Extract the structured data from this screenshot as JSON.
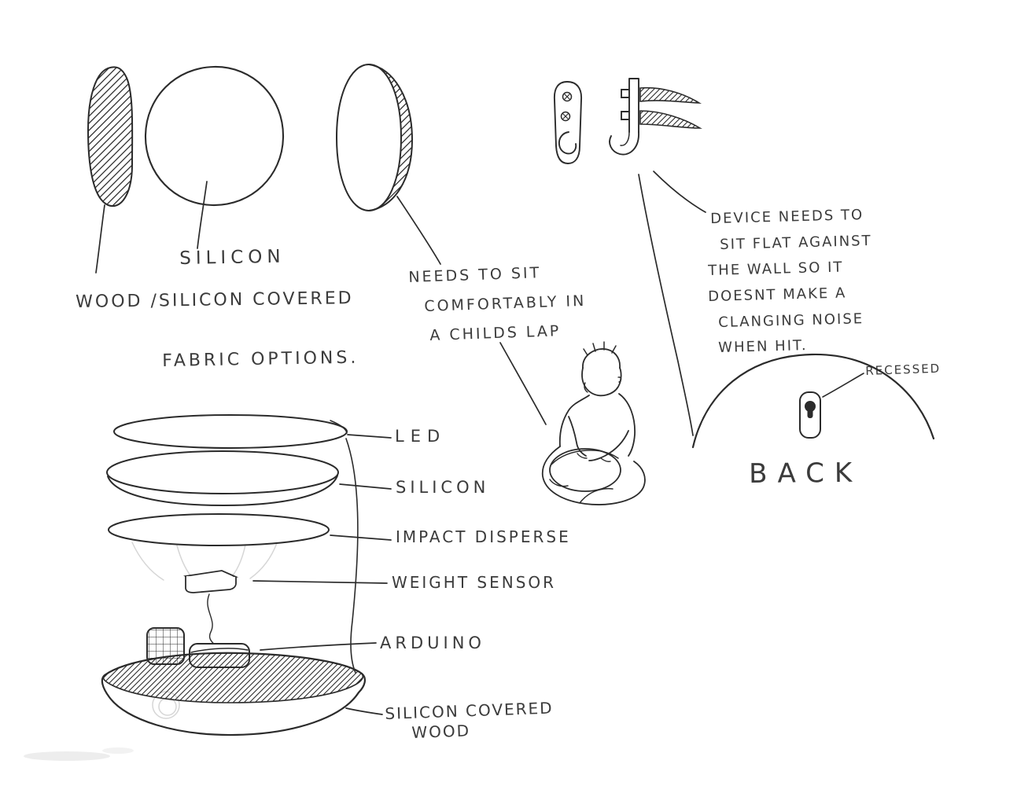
{
  "palette": {
    "paper": "#ffffff",
    "ink": "#2b2b2b",
    "pencil": "#d6d6d6"
  },
  "material_studies": {
    "silicon_label": "SILICON",
    "wood_label": "WOOD /SILICON COVERED",
    "fabric_label": "FABRIC OPTIONS."
  },
  "lap_note": {
    "lines": [
      "NEEDS TO SIT",
      "COMFORTABLY IN",
      "A CHILDS LAP"
    ]
  },
  "wall_note": {
    "lines": [
      "DEVICE NEEDS TO",
      "SIT FLAT AGAINST",
      "THE WALL SO IT",
      "DOESNT MAKE A",
      "CLANGING NOISE",
      "WHEN HIT."
    ]
  },
  "back_view": {
    "recessed_label": "RECESSED",
    "title": "BACK"
  },
  "exploded_view": {
    "led": "LED",
    "silicon": "SILICON",
    "impact_disperse": "IMPACT DISPERSE",
    "weight_sensor": "WEIGHT SENSOR",
    "arduino": "ARDUINO",
    "base_line1": "SILICON COVERED",
    "base_line2": "WOOD"
  }
}
